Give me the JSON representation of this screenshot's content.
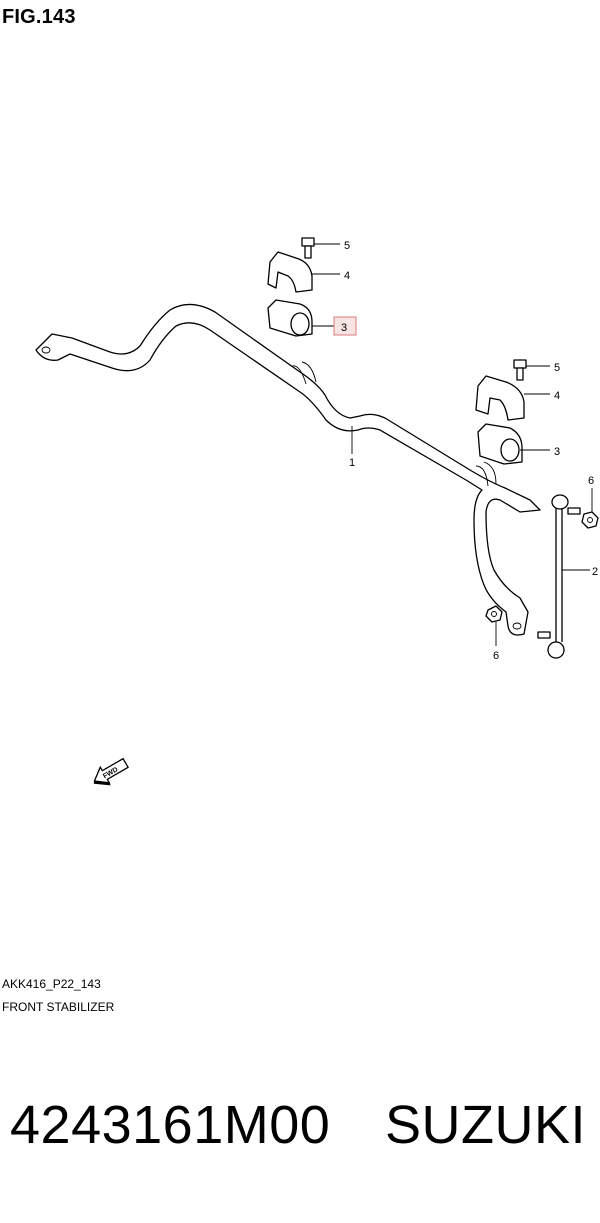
{
  "header": {
    "fig_label": "FIG.143"
  },
  "callouts": [
    {
      "id": "c5a",
      "label": "5"
    },
    {
      "id": "c4a",
      "label": "4"
    },
    {
      "id": "c3a",
      "label": "3",
      "highlighted": true
    },
    {
      "id": "c5b",
      "label": "5"
    },
    {
      "id": "c4b",
      "label": "4"
    },
    {
      "id": "c3b",
      "label": "3"
    },
    {
      "id": "c1",
      "label": "1"
    },
    {
      "id": "c6a",
      "label": "6"
    },
    {
      "id": "c2",
      "label": "2"
    },
    {
      "id": "c6b",
      "label": "6"
    }
  ],
  "fwd_label": "FWD",
  "footer": {
    "code": "AKK416_P22_143",
    "title": "FRONT STABILIZER"
  },
  "product": {
    "part_number": "4243161M00",
    "brand": "SUZUKI"
  },
  "colors": {
    "highlight_fill": "#f9e4e4",
    "highlight_stroke": "#d97b7b",
    "line": "#000000"
  }
}
